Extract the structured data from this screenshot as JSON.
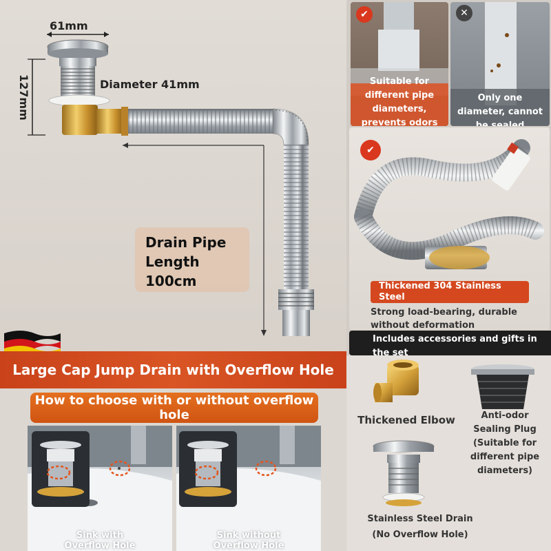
{
  "dimensions": {
    "width_label": "61mm",
    "height_label": "127mm",
    "diameter_label": "Diameter 41mm",
    "pipe_length_label": "Drain Pipe Length 100cm"
  },
  "banner": {
    "title": "Large Cap Jump Drain with Overflow Hole"
  },
  "choose": {
    "title": "How to choose with or without overflow hole"
  },
  "sinks": {
    "with_caption": "Sink with Overflow Hole",
    "without_caption": "Sink without Overflow Hole"
  },
  "comparison": {
    "good_caption": "Suitable for different pipe diameters, prevents odors and pests",
    "bad_caption": "Only one diameter, cannot be sealed"
  },
  "steel": {
    "label": "Thickened 304 Stainless Steel",
    "description": "Strong load-bearing, durable without deformation"
  },
  "accessories": {
    "header": "Includes accessories and gifts in the set",
    "elbow_label": "Thickened Elbow",
    "plug_label": "Anti-odor Sealing Plug (Suitable for different pipe diameters)",
    "drain_label": "Stainless Steel Drain (No Overflow Hole)"
  },
  "colors": {
    "accent_orange": "#d95524",
    "dark_bar": "#1e1e1e",
    "brass": "#d6a33a",
    "steel": "#b9bec3"
  },
  "icons": {
    "good": "check-icon",
    "bad": "cross-icon",
    "flag": "german-flag-icon"
  }
}
